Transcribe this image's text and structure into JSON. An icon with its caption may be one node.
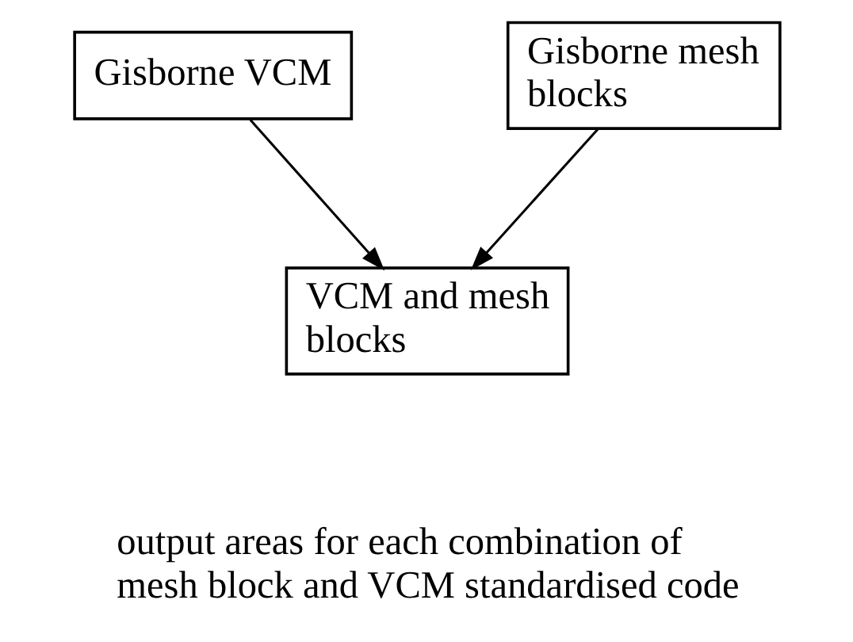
{
  "diagram": {
    "nodes": [
      {
        "text": [
          "Gisborne VCM"
        ]
      },
      {
        "text": [
          "Gisborne mesh blocks"
        ]
      },
      {
        "text": [
          "VCM and mesh blocks"
        ]
      }
    ],
    "edges": [
      {
        "from": 0,
        "to": 2,
        "arrow": "to"
      },
      {
        "from": 1,
        "to": 2,
        "arrow": "to"
      }
    ],
    "labels": [
      "output areas for each combination of mesh block and VCM standardised code"
    ]
  }
}
